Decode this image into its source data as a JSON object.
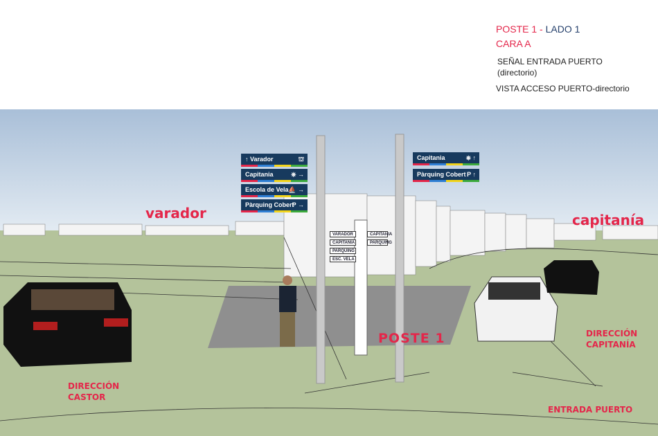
{
  "header": {
    "poste": "POSTE 1 - ",
    "lado": "LADO 1",
    "cara": "CARA A",
    "line1": "SEÑAL ENTRADA PUERTO",
    "line2": "(directorio)",
    "line3": "VISTA ACCESO PUERTO-directorio"
  },
  "colors": {
    "accent_red": "#e4264a",
    "sign_blue": "#173a5e",
    "title_blue": "#243f6b",
    "sky": "#b7c9dd",
    "ground": "#b4c39b"
  },
  "left_signs": [
    {
      "label": "↑ Varador",
      "icon": "boat-lift-icon",
      "glyph": "⛫"
    },
    {
      "label": "Capitania",
      "icon": "helm-arrow-right-icon",
      "glyph": "⎈ →"
    },
    {
      "label": "Escola de Vela",
      "icon": "sailboat-arrow-right-icon",
      "glyph": "⛵ →"
    },
    {
      "label": "Pàrquing Cobert",
      "icon": "parking-arrow-right-icon",
      "glyph": "P →"
    }
  ],
  "right_signs": [
    {
      "label": "Capitania",
      "icon": "helm-arrow-up-icon",
      "glyph": "⎈ ↑"
    },
    {
      "label": "Pàrquing Cobert",
      "icon": "parking-arrow-up-icon",
      "glyph": "P ↑"
    }
  ],
  "small_signs_left": [
    "VARADOR",
    "CAPITANIA",
    "PARQUING",
    "ESC. VELA"
  ],
  "small_signs_right": [
    "CAPITANIA",
    "PARQUING"
  ],
  "labels": {
    "varador": "varador",
    "capitania": "capitanía",
    "poste": "POSTE 1",
    "dir_castor_1": "DIRECCIÓN",
    "dir_castor_2": "CASTOR",
    "dir_cap_1": "DIRECCIÓN",
    "dir_cap_2": "CAPITANÍA",
    "entrada": "ENTRADA PUERTO"
  }
}
